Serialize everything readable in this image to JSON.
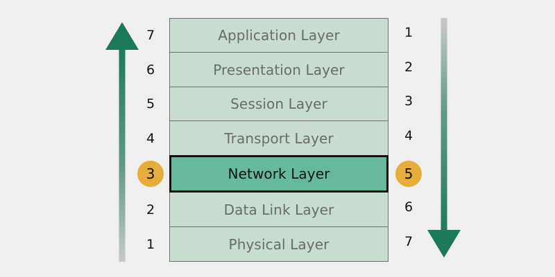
{
  "layers": [
    {
      "name": "Application Layer",
      "left_number": "7",
      "right_number": "1",
      "highlighted": false
    },
    {
      "name": "Presentation Layer",
      "left_number": "6",
      "right_number": "2",
      "highlighted": false
    },
    {
      "name": "Session Layer",
      "left_number": "5",
      "right_number": "3",
      "highlighted": false
    },
    {
      "name": "Transport Layer",
      "left_number": "4",
      "right_number": "4",
      "highlighted": false
    },
    {
      "name": "Network Layer",
      "left_number": "3",
      "right_number": "5",
      "highlighted": true
    },
    {
      "name": "Data Link Layer",
      "left_number": "2",
      "right_number": "6",
      "highlighted": false
    },
    {
      "name": "Physical Layer",
      "left_number": "1",
      "right_number": "7",
      "highlighted": false
    }
  ],
  "colors": {
    "background": "#efefef",
    "layer_fill": "#c8dcd0",
    "layer_border": "#6f6f6f",
    "highlight_fill": "#66b99b",
    "highlight_border": "#111111",
    "badge": "#e7ad3b",
    "arrow": "#1d7a59"
  },
  "arrows": {
    "left": {
      "direction": "up",
      "icon": "arrow-up-icon"
    },
    "right": {
      "direction": "down",
      "icon": "arrow-down-icon"
    }
  }
}
